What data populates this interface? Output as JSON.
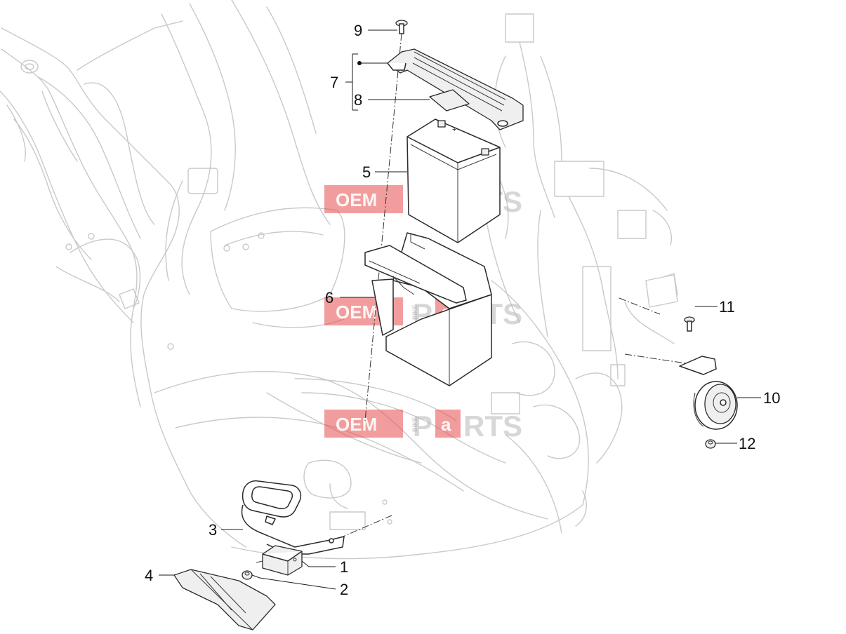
{
  "callouts": {
    "c1": "1",
    "c2": "2",
    "c3": "3",
    "c4": "4",
    "c5": "5",
    "c6": "6",
    "c7": "7",
    "c8": "8",
    "c9": "9",
    "c10": "10",
    "c11": "11",
    "c12": "12"
  },
  "watermark": {
    "oem": "OEM",
    "bike": "BIKE",
    "p": "P",
    "a": "a",
    "rts": "RTS"
  }
}
